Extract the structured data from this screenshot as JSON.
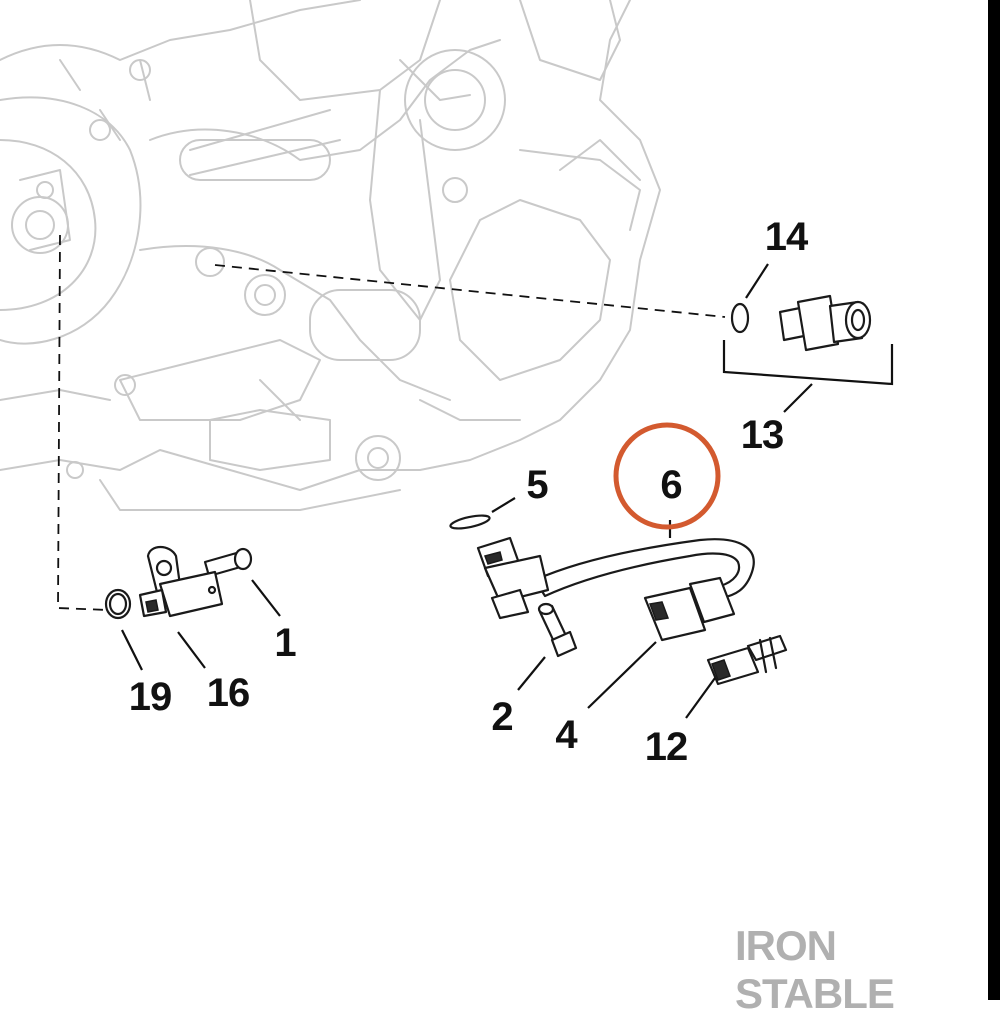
{
  "callouts": {
    "c1": "1",
    "c2": "2",
    "c4": "4",
    "c5": "5",
    "c6": "6",
    "c12": "12",
    "c13": "13",
    "c14": "14",
    "c16": "16",
    "c19": "19"
  },
  "highlight": {
    "target": "6",
    "color": "#d35a2f"
  },
  "colors": {
    "engine_outline": "#c9c9c9",
    "part_outline": "#1a1a1a",
    "watermark": "#b0b0b0"
  },
  "watermark": "IRON STABLE"
}
